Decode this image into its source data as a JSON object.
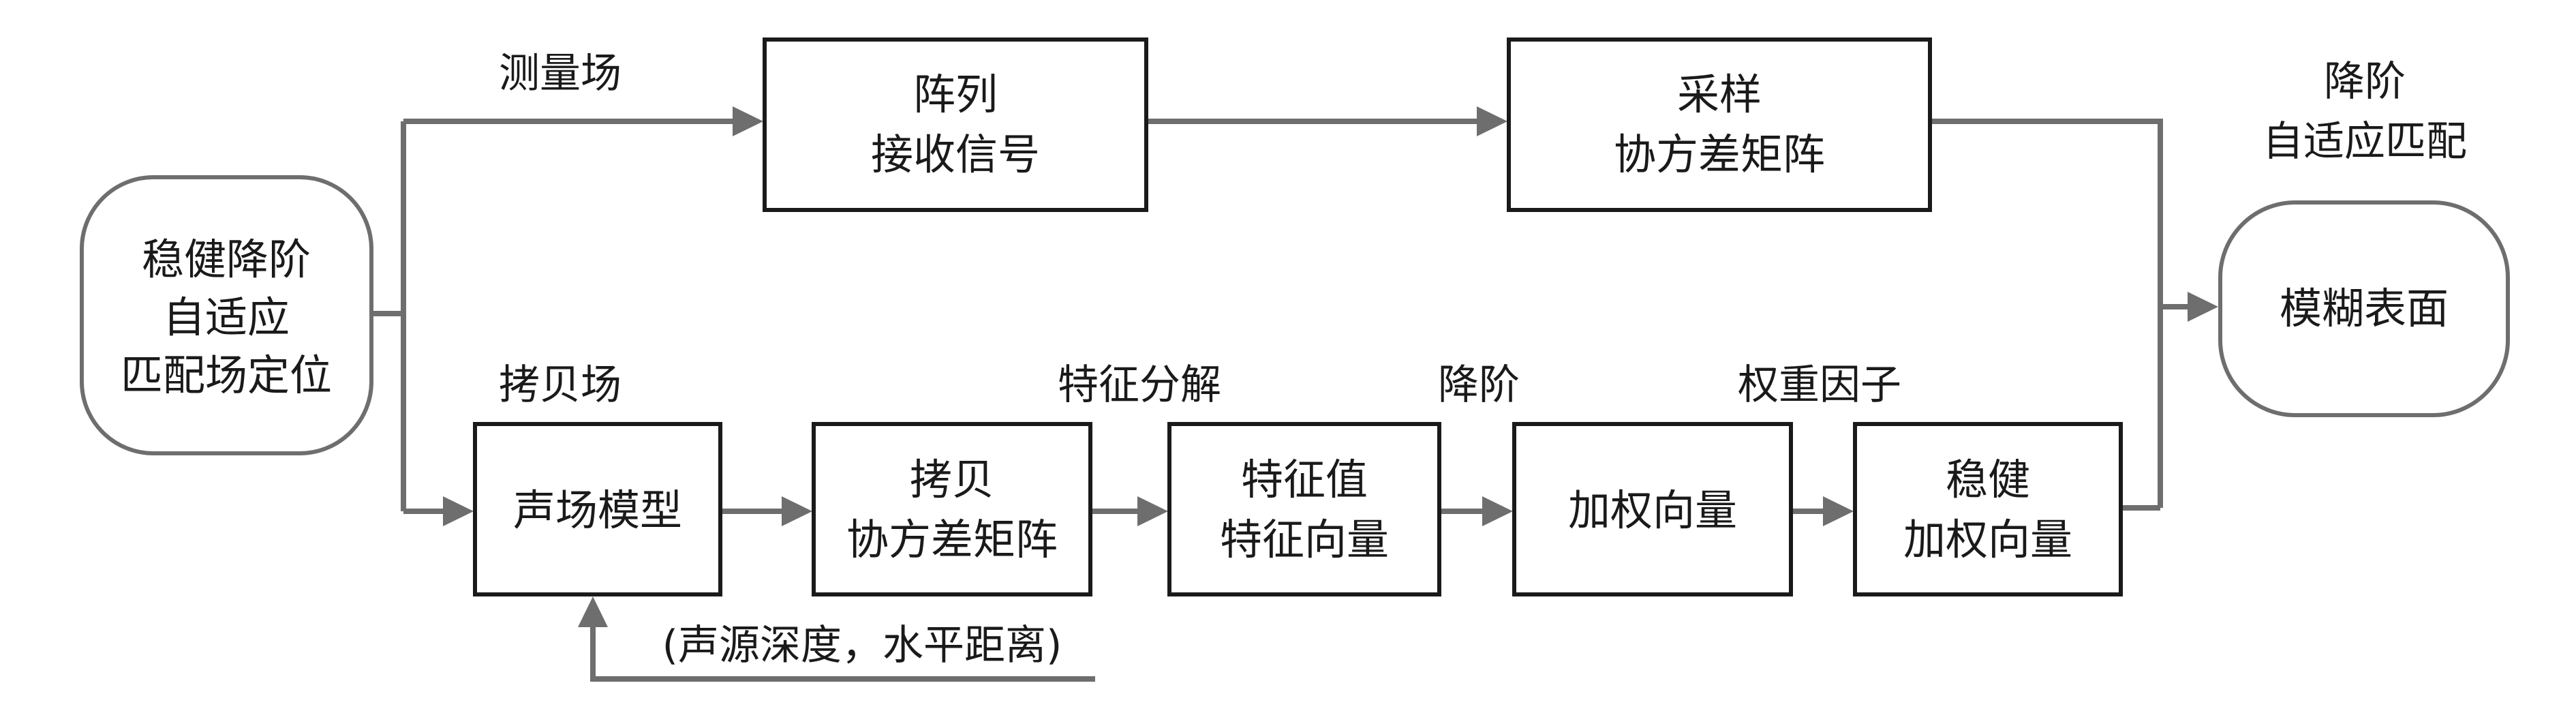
{
  "nodes": {
    "start": [
      "稳健降阶",
      "自适应",
      "匹配场定位"
    ],
    "array_signal": [
      "阵列",
      "接收信号"
    ],
    "sample_cov": [
      "采样",
      "协方差矩阵"
    ],
    "fuzzy_surface": [
      "模糊表面"
    ],
    "acoustic_model": [
      "声场模型"
    ],
    "replica_cov": [
      "拷贝",
      "协方差矩阵"
    ],
    "eigen": [
      "特征值",
      "特征向量"
    ],
    "weight_vec": [
      "加权向量"
    ],
    "robust_weight": [
      "稳健",
      "加权向量"
    ]
  },
  "labels": {
    "measured_field": "测量场",
    "replica_field": "拷贝场",
    "eigen_decomp": "特征分解",
    "reduced_rank": "降阶",
    "weight_factor": "权重因子",
    "reduced_rank_mf": [
      "降阶",
      "自适应匹配"
    ],
    "source_params": "(声源深度，水平距离)"
  }
}
